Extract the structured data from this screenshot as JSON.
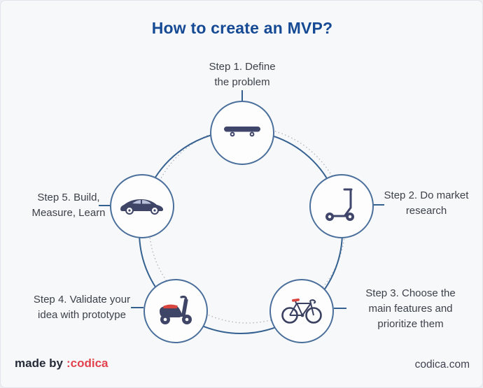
{
  "title": "How to create an MVP?",
  "steps": [
    {
      "num": 1,
      "label": "Step 1. Define\nthe problem",
      "icon": "skateboard-icon"
    },
    {
      "num": 2,
      "label": "Step 2. Do market\nresearch",
      "icon": "kick-scooter-icon"
    },
    {
      "num": 3,
      "label": "Step 3. Choose the\nmain features and\nprioritize them",
      "icon": "bicycle-icon"
    },
    {
      "num": 4,
      "label": "Step 4. Validate your\nidea with prototype",
      "icon": "moped-icon"
    },
    {
      "num": 5,
      "label": "Step 5. Build,\nMeasure, Learn",
      "icon": "car-icon"
    }
  ],
  "footer": {
    "made_by": "made by",
    "brand": ":codica",
    "website": "codica.com"
  },
  "colors": {
    "background": "#f7f8fa",
    "title_blue": "#164a94",
    "ring_blue": "#356191",
    "node_border_blue": "#4a6f9b",
    "icon_navy": "#3f4566",
    "accent_red": "#e2424d",
    "label_text": "#3c4149",
    "dotted_gray": "#b4b7c2"
  }
}
